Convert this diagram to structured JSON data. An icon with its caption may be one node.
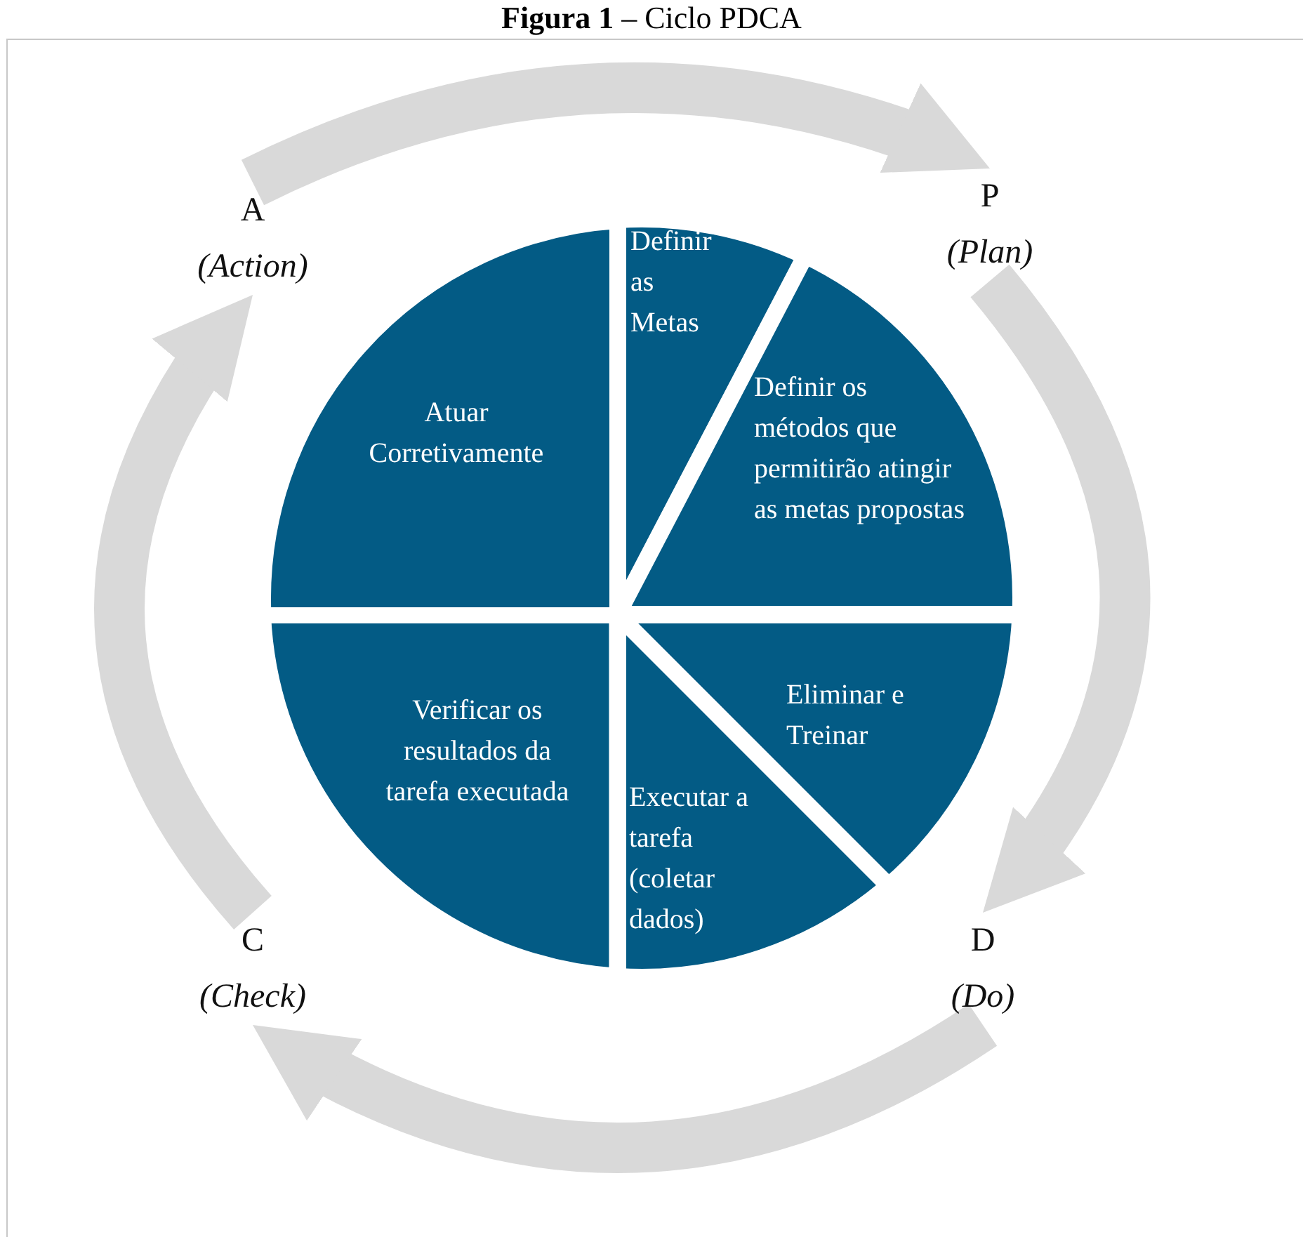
{
  "diagram": {
    "title": "**Figura 1** – Ciclo PDCA",
    "nodes": [
      {
        "text": [
          "A",
          "(Action)"
        ]
      },
      {
        "text": [
          "P",
          "(Plan)"
        ]
      },
      {
        "text": [
          "D",
          "(Do)"
        ]
      },
      {
        "text": [
          "C",
          "(Check)"
        ]
      },
      {
        "text": [
          "Atuar Corretivamente"
        ]
      },
      {
        "text": [
          "Definir as Metas"
        ]
      },
      {
        "text": [
          "Definir os métodos que permitirão atingir as metas propostas"
        ]
      },
      {
        "text": [
          "Eliminar e Treinar"
        ]
      },
      {
        "text": [
          "Executar a tarefa (coletar dados)"
        ]
      },
      {
        "text": [
          "Verificar os resultados da tarefa executada"
        ]
      }
    ],
    "edges": [
      {
        "from": 0,
        "to": 1,
        "arrow": "to"
      },
      {
        "from": 1,
        "to": 2,
        "arrow": "to"
      },
      {
        "from": 2,
        "to": 3,
        "arrow": "to"
      },
      {
        "from": 3,
        "to": 0,
        "arrow": "to"
      }
    ]
  }
}
